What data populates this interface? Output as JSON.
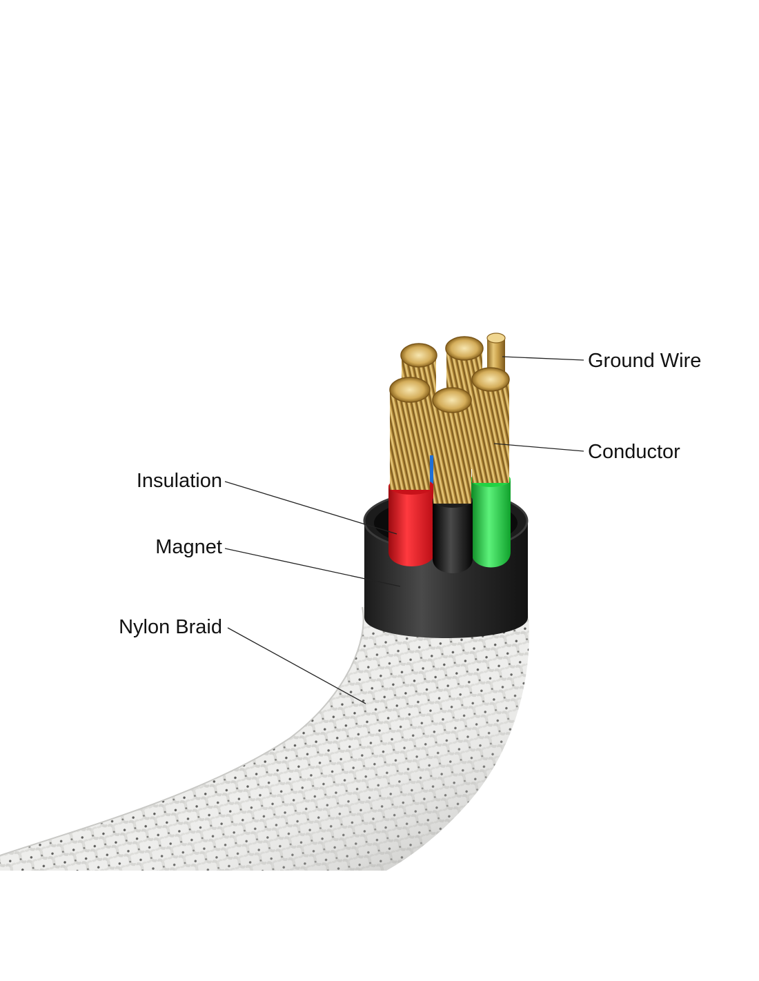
{
  "labels": {
    "ground_wire": "Ground Wire",
    "conductor": "Conductor",
    "insulation": "Insulation",
    "magnet": "Magnet",
    "nylon_braid": "Nylon Braid"
  },
  "colors": {
    "background": "#ffffff",
    "copper": "#c9a04a",
    "copper_dark": "#8a6420",
    "copper_light": "#f1d78c",
    "insulation_red": "#e0141c",
    "insulation_black": "#141414",
    "insulation_green": "#19c83a",
    "insulation_blue": "#1e6fd8",
    "magnet_ring": "#2b2b2b",
    "braid": "#ececea",
    "braid_shadow": "#b9b9b6",
    "text": "#111111",
    "leader_line": "#222222"
  },
  "icons": {
    "cable": "braided-cable-illustration"
  }
}
